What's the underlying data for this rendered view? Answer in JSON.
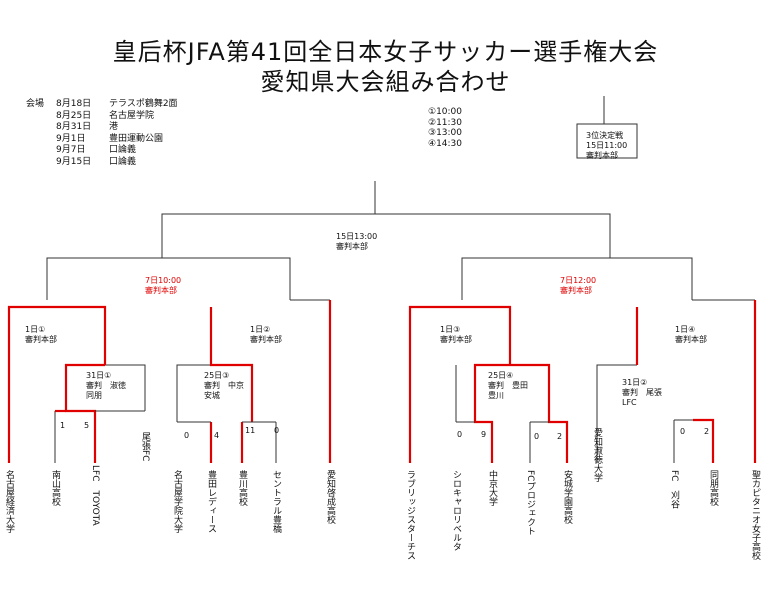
{
  "title": {
    "line1": "皇后杯JFA第41回全日本女子サッカー選手権大会",
    "line2": "愛知県大会組み合わせ"
  },
  "venue_label": "会場",
  "schedule": [
    {
      "date": "8月18日",
      "place": "テラスポ鶴舞2面"
    },
    {
      "date": "8月25日",
      "place": "名古屋学院"
    },
    {
      "date": "8月31日",
      "place": "港"
    },
    {
      "date": "9月1日",
      "place": "豊田運動公園"
    },
    {
      "date": "9月7日",
      "place": "口論義"
    },
    {
      "date": "9月15日",
      "place": "口論義"
    }
  ],
  "kickoffs": [
    "①10:00",
    "②11:30",
    "③13:00",
    "④14:30"
  ],
  "third_place": {
    "title": "3位決定戦",
    "time": "15日11:00",
    "host": "審判本部"
  },
  "final": {
    "time": "15日13:00",
    "host": "審判本部"
  },
  "semis": {
    "left": {
      "time": "7日10:00",
      "host": "審判本部"
    },
    "right": {
      "time": "7日12:00",
      "host": "審判本部"
    }
  },
  "quarters": {
    "q1": {
      "time": "1日①",
      "host": "審判本部"
    },
    "q2": {
      "time": "1日②",
      "host": "審判本部"
    },
    "q3": {
      "time": "1日③",
      "host": "審判本部"
    },
    "q4": {
      "time": "1日④",
      "host": "審判本部"
    }
  },
  "first_round": {
    "r1": {
      "time": "31日①",
      "ref": "審判　淑徳",
      "sub": "同朋"
    },
    "r2": {
      "time": "25日③",
      "ref": "審判　中京",
      "sub": "安城"
    },
    "r3": {
      "time": "25日④",
      "ref": "審判　豊田",
      "sub": "豊川"
    },
    "r4": {
      "time": "31日②",
      "ref": "審判　尾張",
      "sub": "LFC"
    }
  },
  "scores": {
    "s1a": "1",
    "s1b": "5",
    "s2a": "0",
    "s2b": "4",
    "s3a": "11",
    "s3b": "0",
    "s4a": "0",
    "s4b": "9",
    "s5a": "0",
    "s5b": "2",
    "s6a": "0",
    "s6b": "2"
  },
  "teams": [
    "名古屋経済大学",
    "南山高校",
    "LFC　TOYOTA",
    "尾張FC",
    "名古屋学院大学",
    "豊田レディース",
    "豊川高校",
    "セントラル豊橋",
    "愛知啓成高校",
    "ラブリッジスターチス",
    "シロキャロリベルタ",
    "中京大学",
    "FCプロジェクト",
    "安城学園高校",
    "愛知淑徳大学",
    "FC　刈谷",
    "同朋高校",
    "聖カピタニオ女子高校"
  ],
  "colors": {
    "winner_line": "#e00000",
    "line": "#333333",
    "text": "#111111"
  }
}
